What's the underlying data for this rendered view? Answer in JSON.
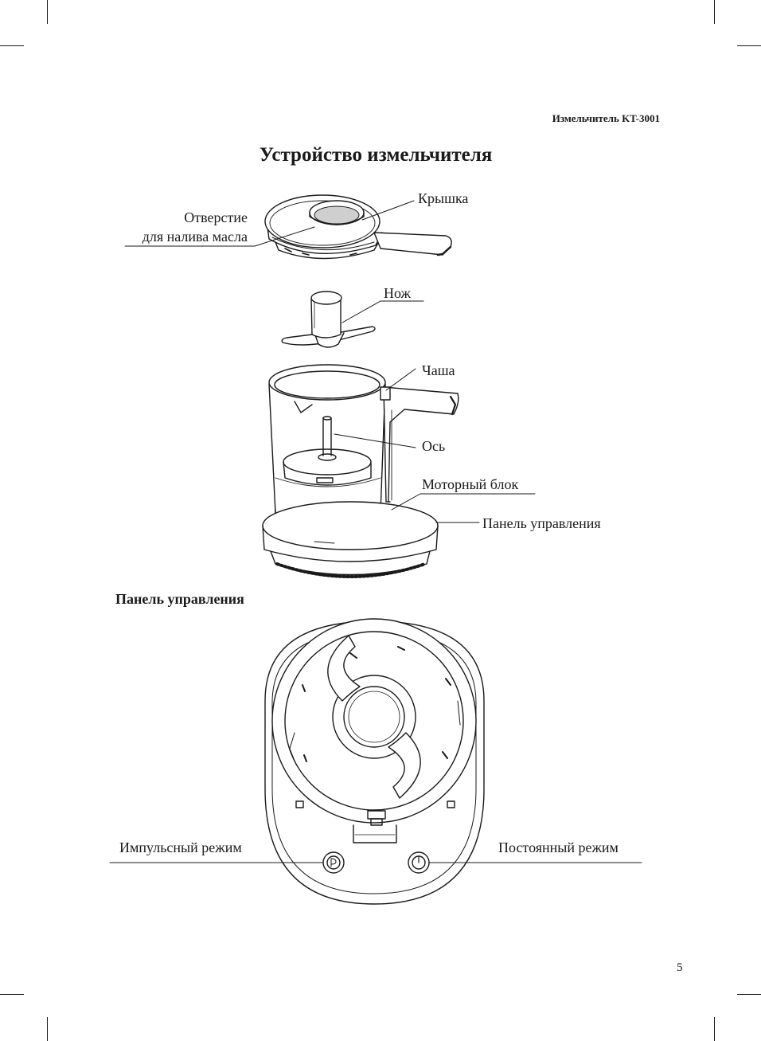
{
  "header": {
    "product": "Измельчитель KT-3001"
  },
  "page": {
    "title": "Устройство измельчителя",
    "number": "5"
  },
  "device": {
    "labels": {
      "lid": "Крышка",
      "oil_hole_line1": "Отверстие",
      "oil_hole_line2": "для налива масла",
      "knife": "Нож",
      "bowl": "Чаша",
      "axis": "Ось",
      "motor": "Моторный блок",
      "panel": "Панель управления"
    }
  },
  "control_panel": {
    "section_title": "Панель управления",
    "pulse_label": "Импульсный режим",
    "constant_label": "Постоянный режим"
  },
  "colors": {
    "ink": "#1a1a1a",
    "shade": "#cfcfcf",
    "paper": "#ffffff"
  }
}
